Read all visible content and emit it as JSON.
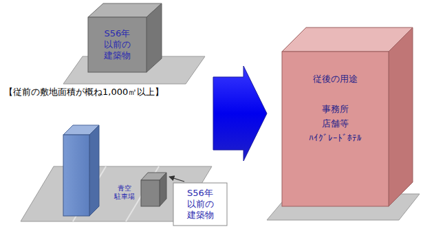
{
  "diagram": {
    "nodes": [
      {
        "text": [
          "S56年 以前の 建築物"
        ]
      },
      {
        "text": [
          "S56年 以前の 建築物"
        ]
      },
      {
        "text": [
          "従後の用途",
          "事務所 店舗等 ﾊｲｸﾞﾚｰﾄﾞﾎﾃﾙ"
        ]
      }
    ],
    "labels": [
      "【従前の敷地面積が概ね1,000㎡以上】",
      "青空 駐車場"
    ]
  }
}
